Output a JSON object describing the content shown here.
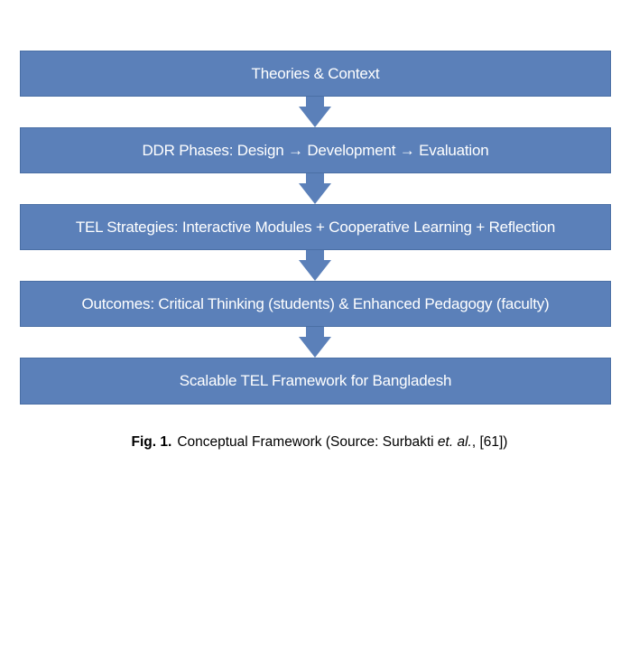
{
  "boxes": [
    {
      "label": "Theories & Context"
    },
    {
      "label": "DDR Phases: Design → Development → Evaluation"
    },
    {
      "label": "TEL Strategies: Interactive Modules + Cooperative Learning + Reflection"
    },
    {
      "label": "Outcomes: Critical Thinking (students) & Enhanced Pedagogy (faculty)"
    },
    {
      "label": "Scalable TEL Framework for Bangladesh"
    }
  ],
  "caption": {
    "fig_label": "Fig. 1.",
    "text": "Conceptual Framework (Source: Surbakti ",
    "italic": "et. al.",
    "tail": ", [61])"
  },
  "colors": {
    "box": "#5b80b9",
    "text": "#ffffff"
  }
}
